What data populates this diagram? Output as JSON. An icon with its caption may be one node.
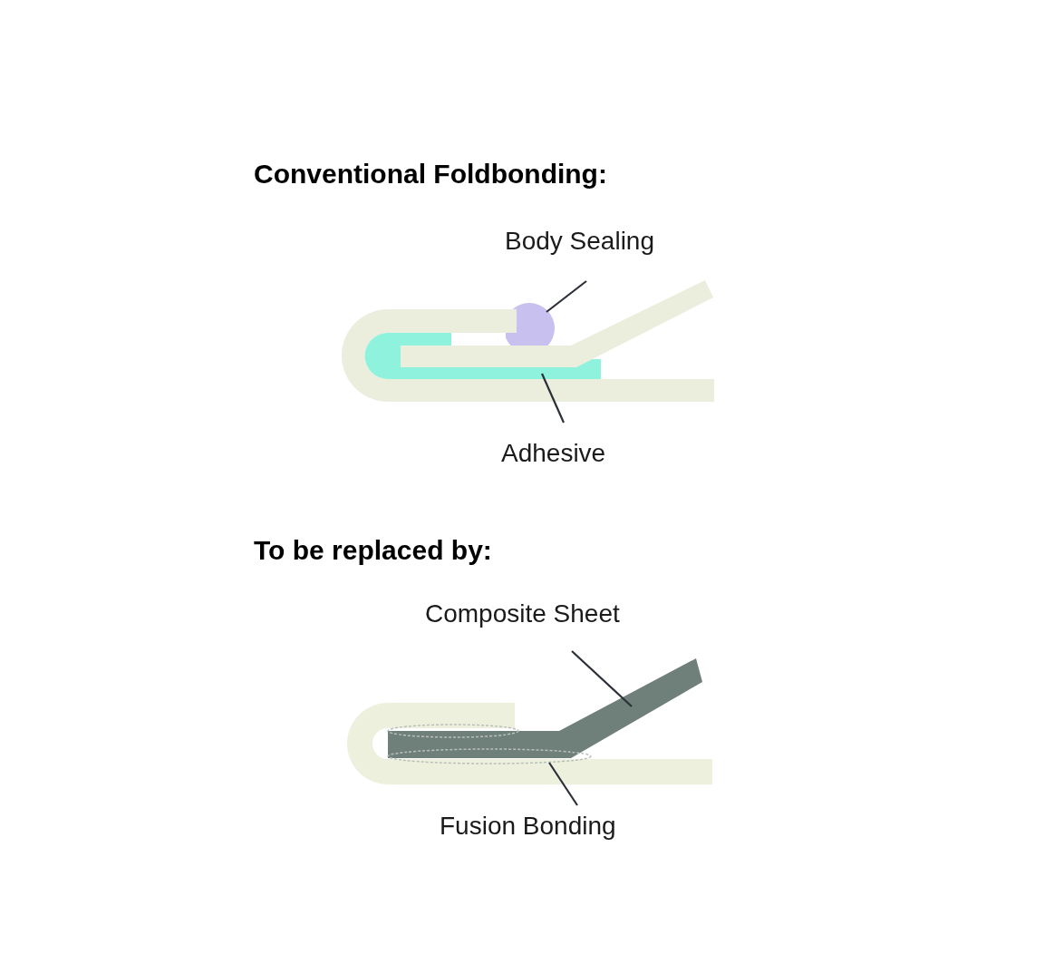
{
  "diagram": {
    "nodes": [
      {
        "text": [
          "Body Sealing"
        ]
      },
      {
        "text": [],
        "shape": "circle"
      },
      {
        "text": [
          "Adhesive"
        ]
      },
      {
        "text": [],
        "shape": "bar"
      },
      {
        "text": [
          "Composite Sheet"
        ]
      },
      {
        "text": [],
        "shape": "bar"
      },
      {
        "text": [
          "Fusion Bonding"
        ]
      },
      {
        "text": [],
        "shape": "ellipse"
      }
    ],
    "edges": [
      {
        "from": 0,
        "to": 1,
        "arrow": "none"
      },
      {
        "from": 2,
        "to": 3,
        "arrow": "none"
      },
      {
        "from": 4,
        "to": 5,
        "arrow": "none"
      },
      {
        "from": 6,
        "to": 7,
        "arrow": "none"
      }
    ],
    "labels": [
      "Conventional Foldbonding:",
      "To be replaced by:"
    ]
  }
}
